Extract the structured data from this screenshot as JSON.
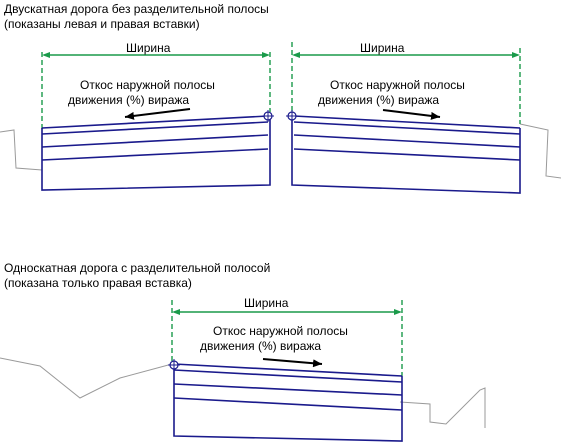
{
  "section_top": {
    "title_line1": "Двускатная дорога без разделительной полосы",
    "title_line2": "(показаны левая и правая вставки)",
    "left_width_label": "Ширина",
    "left_slope_line1": "Откос наружной полосы",
    "left_slope_line2": "движения (%) виража",
    "right_width_label": "Ширина",
    "right_slope_line1": "Откос наружной полосы",
    "right_slope_line2": "движения (%) виража"
  },
  "section_bottom": {
    "title_line1": "Односкатная дорога с разделительной полосой",
    "title_line2": "(показана только правая вставка)",
    "width_label": "Ширина",
    "slope_line1": "Откос наружной полосы",
    "slope_line2": "движения (%) виража"
  },
  "colors": {
    "road": "#1a1a8c",
    "dimension": "#1a9a4a",
    "ground": "#9a9a9a"
  }
}
